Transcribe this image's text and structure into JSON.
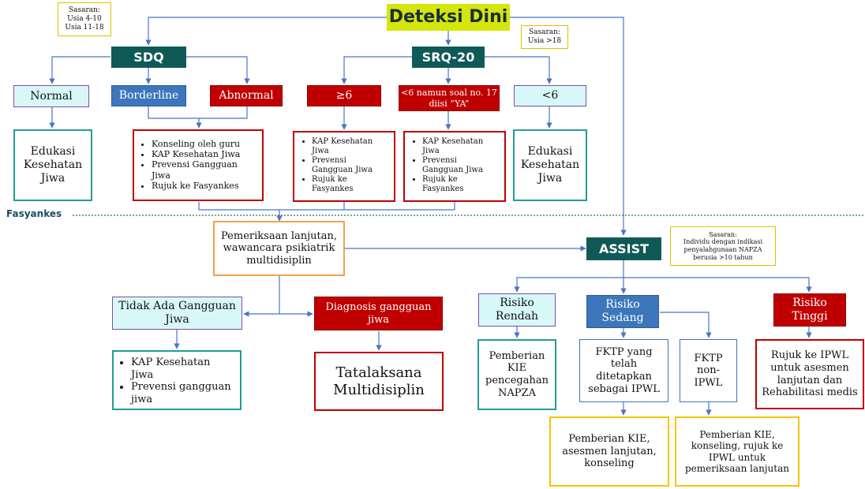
{
  "title": "Deteksi Dini",
  "sasaran_left": [
    "Sasaran:",
    "Usia 4-10",
    "Usia 11-18"
  ],
  "sasaran_mid": [
    "Sasaran:",
    "Usia >18"
  ],
  "sasaran_right": [
    "Sasaran:",
    "Individu dengan indikasi",
    "penyalahgunaan NAPZA",
    "berusia >10 tahun"
  ],
  "sdq": {
    "label": "SDQ",
    "normal": "Normal",
    "borderline": "Borderline",
    "abnormal": "Abnormal",
    "normal_action": "Edukasi Kesehatan Jiwa",
    "border_abn_actions": [
      "Konseling oleh guru",
      "KAP Kesehatan Jiwa",
      "Prevensi Gangguan Jiwa",
      "Rujuk ke Fasyankes"
    ]
  },
  "srq": {
    "label": "SRQ-20",
    "ge6": "≥6",
    "lt6_yes": "<6 namun soal no. 17 diisi “YA”",
    "lt6": "<6",
    "ge6_actions": [
      "KAP Kesehatan Jiwa",
      "Prevensi Gangguan Jiwa",
      "Rujuk ke Fasyankes"
    ],
    "lt6_yes_actions": [
      "KAP Kesehatan Jiwa",
      "Prevensi Gangguan Jiwa",
      "Rujuk ke Fasyankes"
    ],
    "lt6_action": "Edukasi Kesehatan Jiwa"
  },
  "fasyankes_label": "Fasyankes",
  "pemeriksaan": "Pemeriksaan lanjutan, wawancara psikiatrik multidisiplin",
  "tidak_ada": "Tidak Ada Gangguan Jiwa",
  "tidak_ada_actions": [
    "KAP Kesehatan Jiwa",
    "Prevensi gangguan jiwa"
  ],
  "diagnosis": "Diagnosis gangguan jiwa",
  "tatalaksana": "Tatalaksana Multidisiplin",
  "assist": {
    "label": "ASSIST",
    "rendah": "Risiko Rendah",
    "sedang": "Risiko Sedang",
    "tinggi": "Risiko Tinggi",
    "rendah_action": "Pemberian KIE pencegahan NAPZA",
    "fktp_ipwl": "FKTP yang telah ditetapkan sebagai IPWL",
    "fktp_non": "FKTP non-IPWL",
    "tinggi_action": "Rujuk ke IPWL untuk asesmen lanjutan dan Rehabilitasi medis",
    "ipwl_action": "Pemberian KIE, asesmen lanjutan, konseling",
    "non_action": "Pemberian KIE, konseling, rujuk ke IPWL untuk pemeriksaan lanjutan"
  },
  "colors": {
    "dark_teal": "#0f5a57",
    "title_bg": "#d4e60b",
    "red": "#c00000",
    "blue": "#3d76bb",
    "light_cyan": "#d8f8f8",
    "connector": "#4a74c4"
  }
}
